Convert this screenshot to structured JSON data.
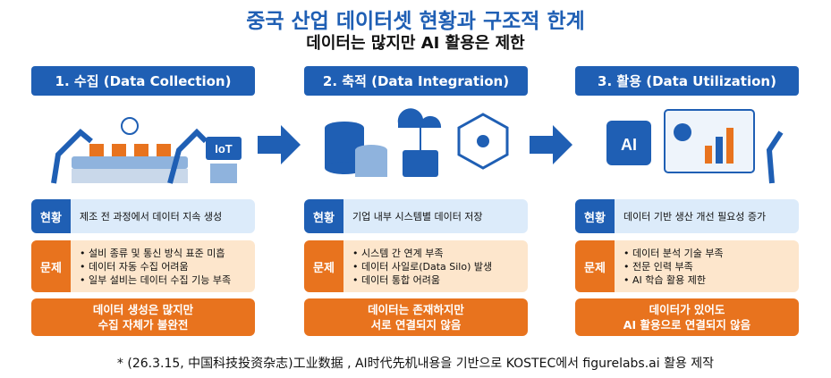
{
  "title": "중국 산업 데이터셋 현황과 구조적 한계",
  "subtitle": "데이터는 많지만 AI 활용은 제한",
  "columns": [
    {
      "header": "1. 수집 (Data Collection)",
      "status_label": "현황",
      "status": "제조 전 과정에서 데이터 지속 생성",
      "problem_label": "문제",
      "problems": [
        "• 설비 종류 및 통신 방식 표준 미흡",
        "• 데이터 자동 수집 어려움",
        "• 일부 설비는 데이터 수집 기능 부족"
      ],
      "conclusion": [
        "데이터 생성은 많지만",
        "수집 자체가 불완전"
      ],
      "icon_text": "IoT"
    },
    {
      "header": "2. 축적 (Data Integration)",
      "status_label": "현황",
      "status": "기업 내부 시스템별 데이터 저장",
      "problem_label": "문제",
      "problems": [
        "• 시스템 간 연계 부족",
        "• 데이터 사일로(Data Silo) 발생",
        "• 데이터 통합 어려움"
      ],
      "conclusion": [
        "데이터는 존재하지만",
        "서로 연결되지 않음"
      ]
    },
    {
      "header": "3. 활용 (Data Utilization)",
      "status_label": "현황",
      "status": "데이터 기반 생산 개선 필요성 증가",
      "problem_label": "문제",
      "problems": [
        "• 데이터 분석 기술 부족",
        "• 전문 인력 부족",
        "• AI 학습 활용 제한"
      ],
      "conclusion": [
        "데이터가 있어도",
        "AI 활용으로 연결되지 않음"
      ],
      "icon_text": "AI"
    }
  ],
  "footer": "* (26.3.15, 中国科技投资杂志)工业数据 , AI时代先机내용을 기반으로 KOSTEC에서 figurelabs.ai 활용 제작",
  "colors": {
    "blue": "#1f5fb4",
    "orange": "#e8731e"
  }
}
